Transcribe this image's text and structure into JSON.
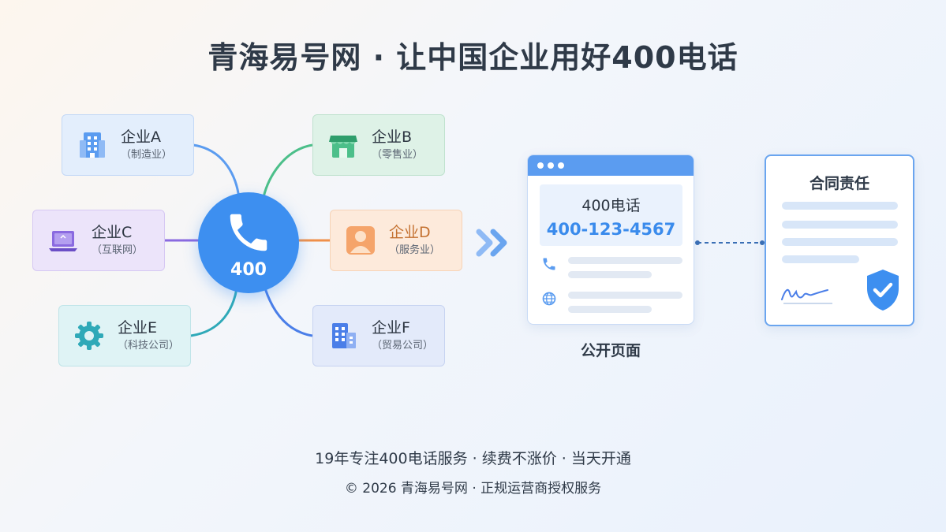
{
  "title": "青海易号网 · 让中国企业用好400电话",
  "hub": {
    "label": "400",
    "icon": "phone-icon"
  },
  "enterprises": [
    {
      "id": "a",
      "name": "企业A",
      "industry": "（制造业）",
      "icon": "building-icon",
      "color": "#5b9cf0"
    },
    {
      "id": "b",
      "name": "企业B",
      "industry": "（零售业）",
      "icon": "store-icon",
      "color": "#4cbf8a"
    },
    {
      "id": "c",
      "name": "企业C",
      "industry": "（互联网）",
      "icon": "laptop-icon",
      "color": "#8a6ae0"
    },
    {
      "id": "d",
      "name": "企业D",
      "industry": "（服务业）",
      "icon": "person-icon",
      "color": "#f0904a"
    },
    {
      "id": "e",
      "name": "企业E",
      "industry": "（科技公司）",
      "icon": "gear-icon",
      "color": "#2fa9b8"
    },
    {
      "id": "f",
      "name": "企业F",
      "industry": "（贸易公司）",
      "icon": "office-building-icon",
      "color": "#4a7ee8"
    }
  ],
  "public_page": {
    "label": "400电话",
    "number": "400-123-4567",
    "caption": "公开页面"
  },
  "contract": {
    "title": "合同责任"
  },
  "footer": {
    "line1": "19年专注400电话服务 · 续费不涨价 · 当天开通",
    "line2": "© 2026 青海易号网 · 正规运营商授权服务"
  },
  "colors": {
    "accent": "#3d8ff0",
    "title": "#2f3a48"
  }
}
